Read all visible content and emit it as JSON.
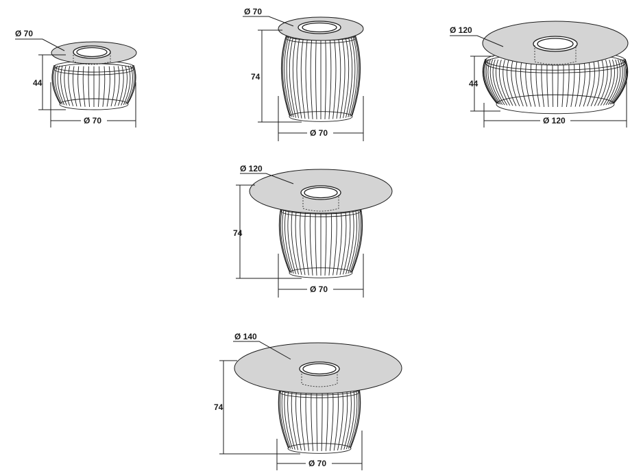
{
  "tables": [
    {
      "top_label": "Ø 70",
      "height_label": "44",
      "base_label": "Ø 70"
    },
    {
      "top_label": "Ø 70",
      "height_label": "74",
      "base_label": "Ø 70"
    },
    {
      "top_label": "Ø 120",
      "height_label": "44",
      "base_label": "Ø 120"
    },
    {
      "top_label": "Ø 120",
      "height_label": "74",
      "base_label": "Ø 70"
    },
    {
      "top_label": "Ø 140",
      "height_label": "74",
      "base_label": "Ø 70"
    }
  ]
}
